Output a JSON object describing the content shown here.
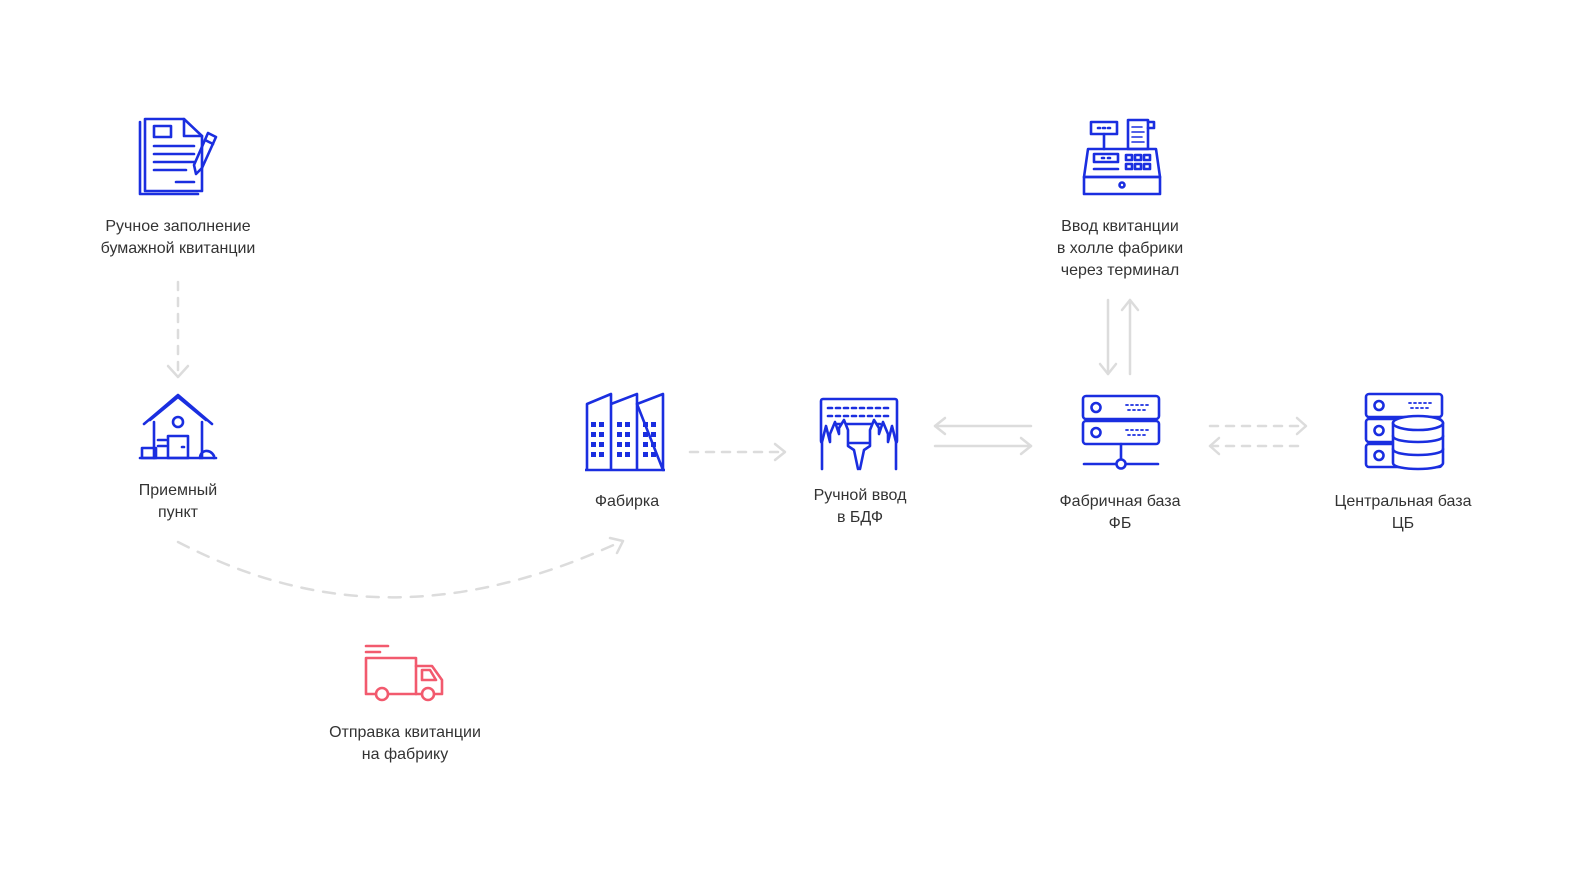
{
  "colors": {
    "primary": "#1a2ee0",
    "accent": "#f25a6e",
    "connector": "#dcdcdc",
    "text": "#333333"
  },
  "nodes": {
    "paper_receipt": {
      "icon": "document-pen-icon",
      "line1": "Ручное заполнение",
      "line2": "бумажной квитанции"
    },
    "reception": {
      "icon": "house-icon",
      "line1": "Приемный",
      "line2": "пункт"
    },
    "shipping": {
      "icon": "truck-icon",
      "line1": "Отправка квитанции",
      "line2": "на фабрику"
    },
    "factory": {
      "icon": "factory-icon",
      "line1": "Фабирка"
    },
    "manual_entry": {
      "icon": "keyboard-hands-icon",
      "line1": "Ручной ввод",
      "line2": "в БДФ"
    },
    "terminal": {
      "icon": "cash-register-icon",
      "line1": "Ввод квитанции",
      "line2": "в холле фабрики",
      "line3": "через терминал"
    },
    "factory_db": {
      "icon": "server-icon",
      "line1": "Фабричная база",
      "line2": "ФБ"
    },
    "central_db": {
      "icon": "database-server-icon",
      "line1": "Центральная база",
      "line2": "ЦБ"
    }
  }
}
